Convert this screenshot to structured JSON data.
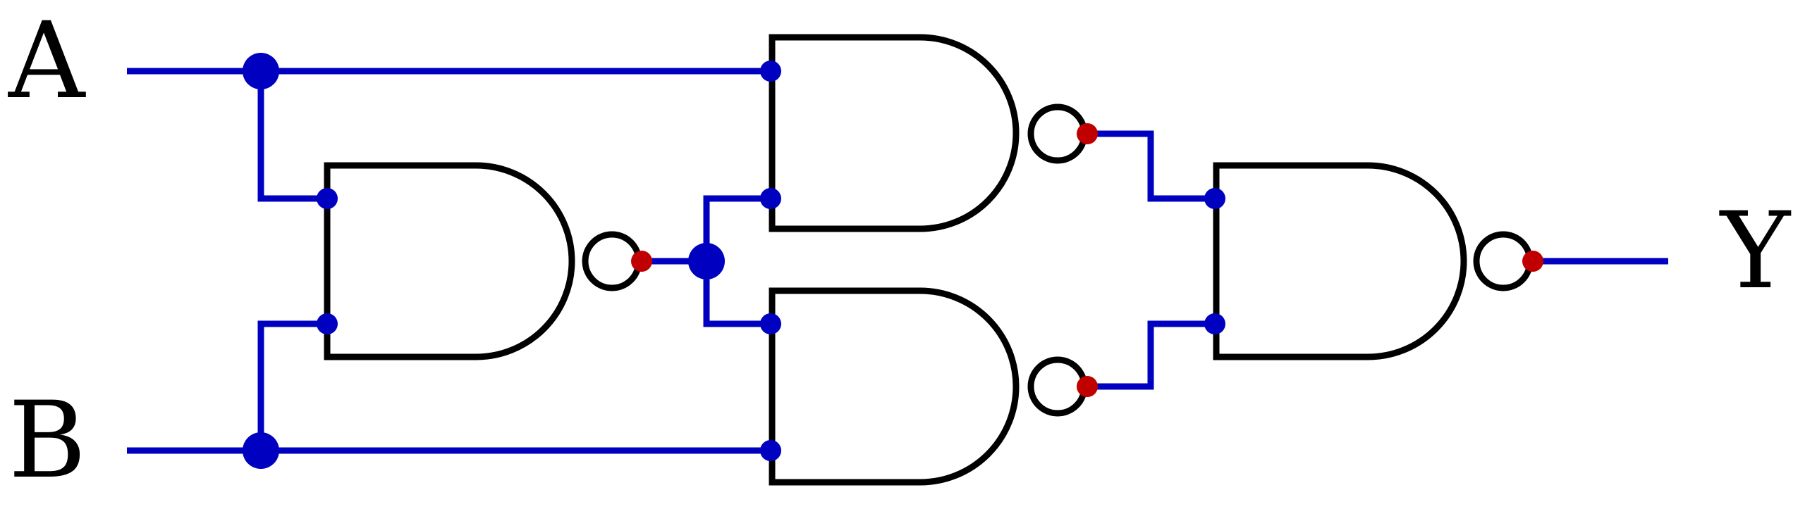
{
  "labels": {
    "input_a": "A",
    "input_b": "B",
    "output_y": "Y"
  },
  "colors": {
    "wire": "#0000c0",
    "gate": "#000000",
    "junction": "#0000c0",
    "pin": "#0000c0",
    "output_pin": "#c00000",
    "label": "#000000",
    "background": "#ffffff"
  },
  "gates": [
    {
      "id": "nand-1",
      "type": "NAND"
    },
    {
      "id": "nand-2",
      "type": "NAND"
    },
    {
      "id": "nand-3",
      "type": "NAND"
    },
    {
      "id": "nand-4",
      "type": "NAND"
    }
  ]
}
